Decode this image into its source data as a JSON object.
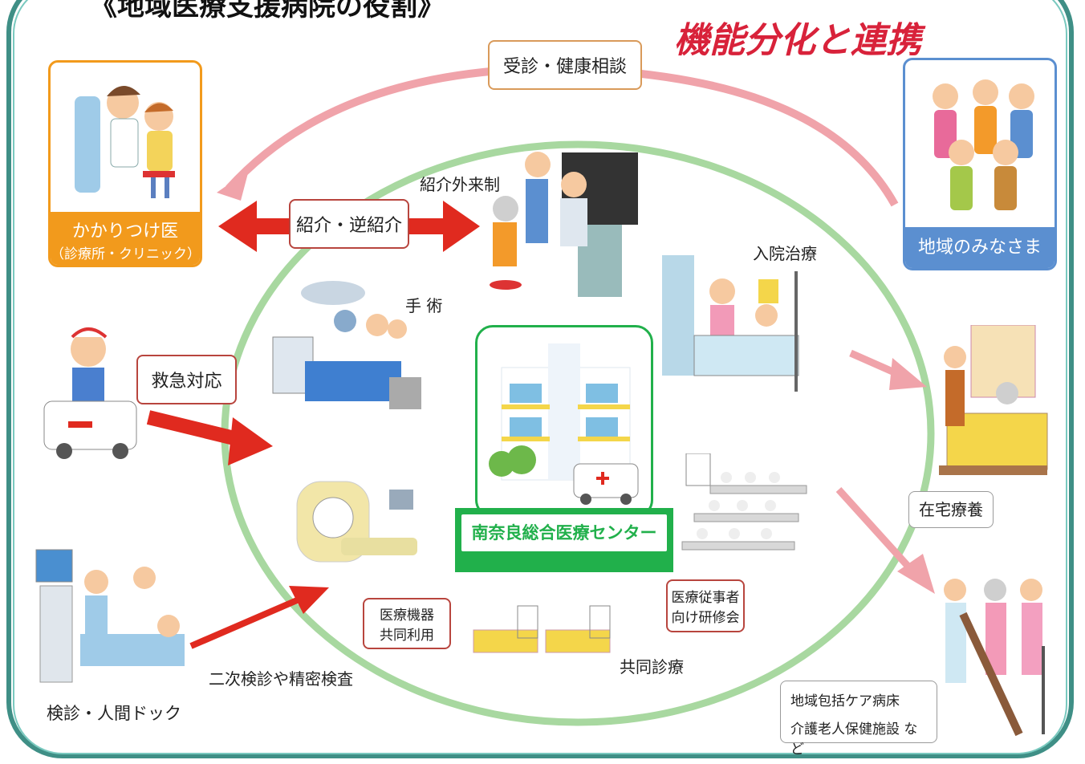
{
  "top_title": "《地域医療支援病院の役割》",
  "headline": "機能分化と連携",
  "labels": {
    "consult": "受診・健康相談",
    "referral": "紹介・逆紹介",
    "referral_outpatient": "紹介外来制",
    "inpatient": "入院治療",
    "surgery": "手 術",
    "emergency": "救急対応",
    "center": "南奈良総合医療センター",
    "equipment_line1": "医療機器",
    "equipment_line2": "共同利用",
    "staff_training_line1": "医療従事者",
    "staff_training_line2": "向け研修会",
    "shared_care": "共同診療",
    "secondary_exam": "二次検診や精密検査",
    "checkup": "検診・人間ドック",
    "home_care": "在宅療養",
    "community_ward": "地域包括ケア病床",
    "nursing_facility": "介護老人保健施設 など"
  },
  "gp_panel": {
    "title": "かかりつけ医",
    "subtitle": "（診療所・クリニック）"
  },
  "community_panel": {
    "title": "地域のみなさま"
  },
  "colors": {
    "headline": "#d8223a",
    "pink_arrow": "#f0a3aa",
    "red_arrow": "#e02a1f",
    "circle": "#a8d8a0",
    "center_green": "#21b04b",
    "gp_orange": "#f29a1c",
    "community_blue": "#5b8fd0",
    "label_border": "#b8453e"
  }
}
